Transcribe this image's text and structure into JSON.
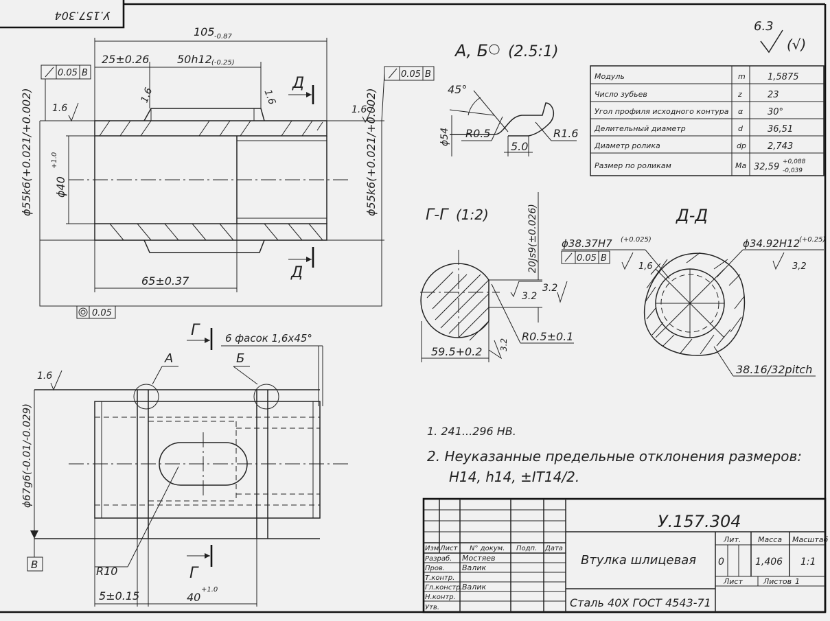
{
  "stamp_number": "У.157.304",
  "surface_finish": {
    "general": "6.3",
    "other": "(√)"
  },
  "left_view": {
    "dim_total": "105",
    "dim_total_tol": "-0.87",
    "dim_25": "25±0.26",
    "dim_50": "50h12",
    "dim_50_tol": "(-0.25)",
    "runout_left": "0.05",
    "runout_left_base": "B",
    "runout_right": "0.05",
    "runout_right_base": "B",
    "rough_16": "1.6",
    "dia55_left": "ϕ55k6(+0.021/+0.002)",
    "dia40": "ϕ40",
    "dia40_tol": "+1.0",
    "dia55_right": "ϕ55k6(+0.021/+0.002)",
    "dim_65": "65±0.37",
    "concentricity": "0.05",
    "section_letter": "Д"
  },
  "detail_view": {
    "title": "А, Б",
    "scale": "(2.5:1)",
    "angle": "45°",
    "dia54": "ϕ54",
    "r05": "R0.5",
    "r16": "R1.6",
    "dim_50": "5.0"
  },
  "spec_table": {
    "rows": [
      {
        "name": "Модуль",
        "sym": "m",
        "value": "1,5875"
      },
      {
        "name": "Число зубьев",
        "sym": "z",
        "value": "23"
      },
      {
        "name": "Угол профиля исходного контура",
        "sym": "α",
        "value": "30°"
      },
      {
        "name": "Делительный диаметр",
        "sym": "d",
        "value": "36,51"
      },
      {
        "name": "Диаметр ролика",
        "sym": "dp",
        "value": "2,743"
      },
      {
        "name": "Размер по роликам",
        "sym": "Ma",
        "value": "32,59",
        "tol_up": "+0,088",
        "tol_low": "-0,039"
      }
    ]
  },
  "section_g": {
    "title": "Г-Г",
    "scale": "(1:2)",
    "dim_20js9": "20Js9(±0.026)",
    "r05": "R0.5±0.1",
    "dim_595": "59.5+0.2",
    "rough_32a": "3.2",
    "rough_32b": "3.2",
    "rough_32c": "3.2"
  },
  "section_d": {
    "title": "Д-Д",
    "dia38": "ϕ38.37H7",
    "dia38_tol": "(+0.025)",
    "runout": "0.05",
    "runout_base": "B",
    "rough_16": "1,6",
    "dia34": "ϕ34.92H12",
    "dia34_tol": "(+0.25)",
    "rough_32": "3,2",
    "spline": "38.16/32pitch"
  },
  "bottom_view": {
    "section_letter": "Г",
    "chamfers": "6 фасок 1,6х45°",
    "label_a": "А",
    "label_b": "Б",
    "rough_16": "1.6",
    "dia67": "ϕ67g6(-0.01/-0.029)",
    "base": "B",
    "r10": "R10",
    "dim_5": "5±0.15",
    "dim_40": "40",
    "dim_40_tol": "+1.0"
  },
  "notes": {
    "note1": "1. 241...296 HB.",
    "note2_line1": "2. Неуказанные предельные отклонения размеров:",
    "note2_line2": "H14, h14, ±IT14/2."
  },
  "title_block": {
    "doc_number": "У.157.304",
    "part_name": "Втулка шлицевая",
    "material": "Сталь 40Х ГОСТ 4543-71",
    "col_izm": "Изм.",
    "col_list": "Лист",
    "col_doc": "N° докум.",
    "col_sign": "Подп.",
    "col_date": "Дата",
    "row_razrab": "Разраб.",
    "razrab_name": "Мостяев",
    "row_prov": "Пров.",
    "prov_name": "Валик",
    "row_tkontr": "Т.контр.",
    "row_glkontr": "Гл.констр.",
    "glkontr_name": "Валик",
    "row_nkontr": "Н.контр.",
    "row_utv": "Утв.",
    "lit_label": "Лит.",
    "mass_label": "Масса",
    "scale_label": "Масштаб",
    "lit_value": "0",
    "mass_value": "1,406",
    "scale_value": "1:1",
    "sheet_label": "Лист",
    "sheets_label": "Листов",
    "sheets_value": "1"
  }
}
